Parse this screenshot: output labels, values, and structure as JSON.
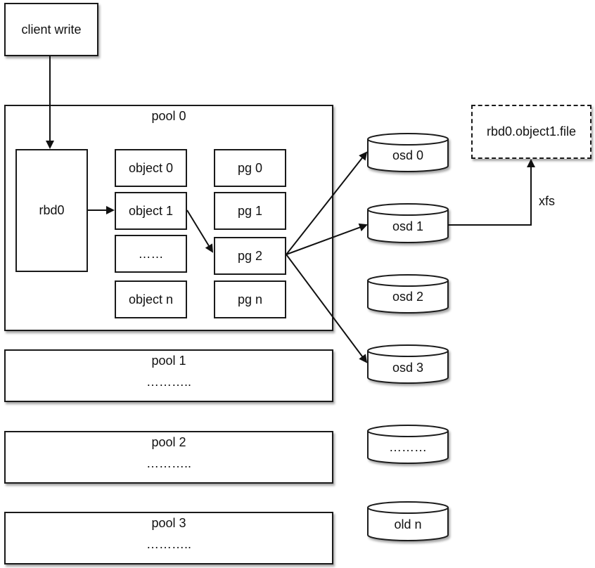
{
  "client_write": "client write",
  "pools": [
    {
      "title": "pool 0"
    },
    {
      "title": "pool 1",
      "body": "………..",
      "ellipsis": "……….."
    },
    {
      "title": "pool 2",
      "body": "……….."
    },
    {
      "title": "pool 3",
      "body": "……….."
    }
  ],
  "rbd": "rbd0",
  "objects": [
    "object 0",
    "object 1",
    "……",
    "object n"
  ],
  "pgs": [
    "pg 0",
    "pg 1",
    "pg 2",
    "pg n"
  ],
  "osds": [
    "osd 0",
    "osd 1",
    "osd 2",
    "osd 3",
    "………",
    "old n"
  ],
  "file": "rbd0.object1.file",
  "edge_label": "xfs"
}
